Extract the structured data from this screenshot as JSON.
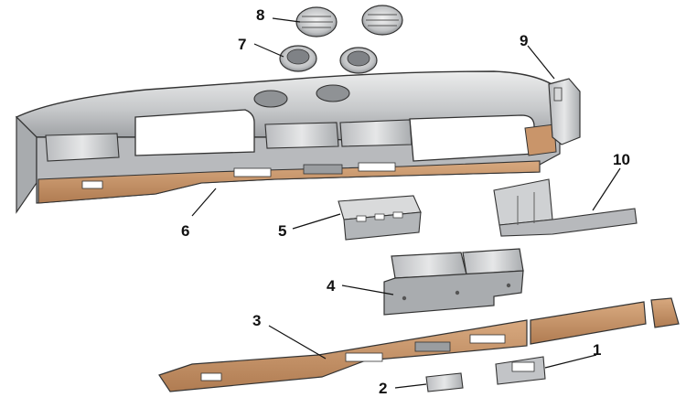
{
  "callouts": [
    {
      "id": "1",
      "label": "1"
    },
    {
      "id": "2",
      "label": "2"
    },
    {
      "id": "3",
      "label": "3"
    },
    {
      "id": "4",
      "label": "4"
    },
    {
      "id": "5",
      "label": "5"
    },
    {
      "id": "6",
      "label": "6"
    },
    {
      "id": "7",
      "label": "7"
    },
    {
      "id": "8",
      "label": "8"
    },
    {
      "id": "9",
      "label": "9"
    },
    {
      "id": "10",
      "label": "10"
    }
  ],
  "colors": {
    "panel_grey": "#c9cbcd",
    "panel_light": "#e4e5e6",
    "panel_dark": "#8e9194",
    "trim_wood": "#c9956a",
    "trim_wood_dark": "#a06f48",
    "outline": "#333333"
  }
}
